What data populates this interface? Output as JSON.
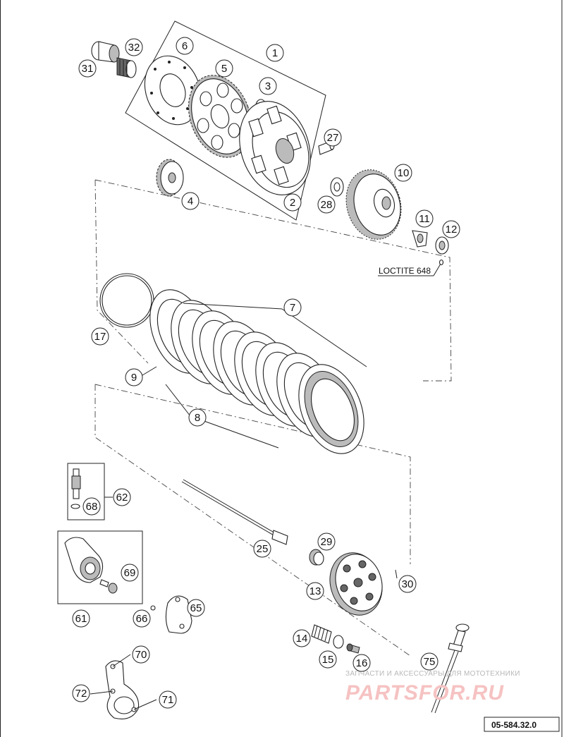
{
  "diagram": {
    "callouts": [
      {
        "id": "1",
        "label": "1"
      },
      {
        "id": "2",
        "label": "2"
      },
      {
        "id": "3",
        "label": "3"
      },
      {
        "id": "4",
        "label": "4"
      },
      {
        "id": "5",
        "label": "5"
      },
      {
        "id": "6",
        "label": "6"
      },
      {
        "id": "7",
        "label": "7"
      },
      {
        "id": "8",
        "label": "8"
      },
      {
        "id": "9",
        "label": "9"
      },
      {
        "id": "10",
        "label": "10"
      },
      {
        "id": "11",
        "label": "11"
      },
      {
        "id": "12",
        "label": "12"
      },
      {
        "id": "13",
        "label": "13"
      },
      {
        "id": "14",
        "label": "14"
      },
      {
        "id": "15",
        "label": "15"
      },
      {
        "id": "16",
        "label": "16"
      },
      {
        "id": "17",
        "label": "17"
      },
      {
        "id": "25",
        "label": "25"
      },
      {
        "id": "27",
        "label": "27"
      },
      {
        "id": "28",
        "label": "28"
      },
      {
        "id": "29",
        "label": "29"
      },
      {
        "id": "30",
        "label": "30"
      },
      {
        "id": "31",
        "label": "31"
      },
      {
        "id": "32",
        "label": "32"
      },
      {
        "id": "61",
        "label": "61"
      },
      {
        "id": "62",
        "label": "62"
      },
      {
        "id": "65",
        "label": "65"
      },
      {
        "id": "66",
        "label": "66"
      },
      {
        "id": "68",
        "label": "68"
      },
      {
        "id": "69",
        "label": "69"
      },
      {
        "id": "70",
        "label": "70"
      },
      {
        "id": "71",
        "label": "71"
      },
      {
        "id": "72",
        "label": "72"
      },
      {
        "id": "75",
        "label": "75"
      }
    ],
    "note": "LOCTITE 648",
    "diagram_code": "05-584.32.0"
  },
  "watermark": {
    "tagline": "ЗАПЧАСТИ И АКСЕССУАРЫ ДЛЯ МОТОТЕХНИКИ",
    "logo": "PARTSFOR.RU"
  },
  "colors": {
    "line": "#222222",
    "watermark_logo": "#f6c2c2",
    "watermark_tagline": "#b8b8b8"
  }
}
